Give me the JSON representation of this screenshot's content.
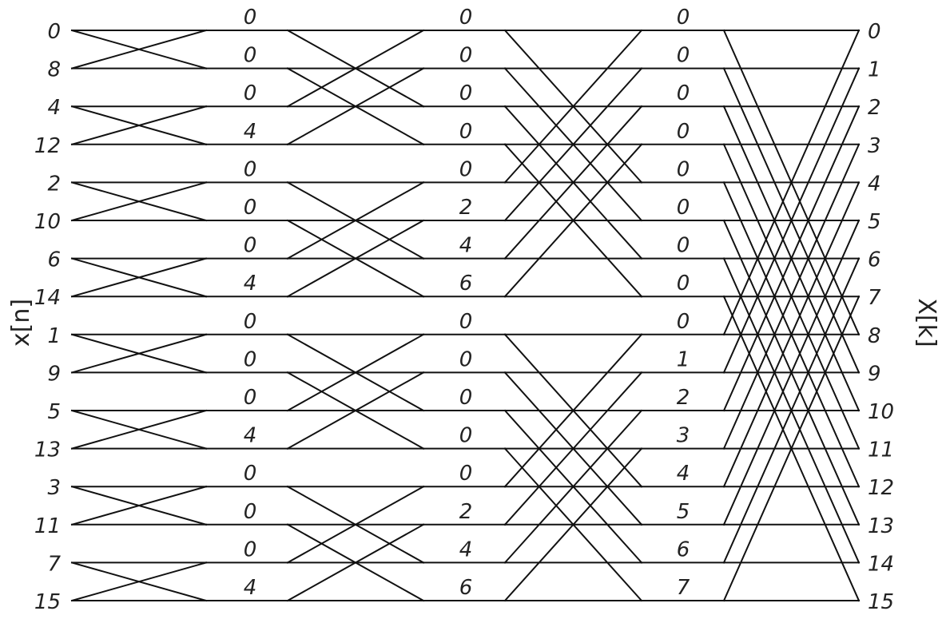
{
  "input_label": "x[n]",
  "output_label": "X[k]",
  "input_order": [
    "0",
    "8",
    "4",
    "12",
    "2",
    "10",
    "6",
    "14",
    "1",
    "9",
    "5",
    "13",
    "3",
    "11",
    "7",
    "15"
  ],
  "output_order": [
    "0",
    "1",
    "2",
    "3",
    "4",
    "5",
    "6",
    "7",
    "8",
    "9",
    "10",
    "11",
    "12",
    "13",
    "14",
    "15"
  ],
  "stage_twiddles": [
    [
      "0",
      "0",
      "0",
      "4",
      "0",
      "0",
      "0",
      "4",
      "0",
      "0",
      "0",
      "4",
      "0",
      "0",
      "0",
      "4"
    ],
    [
      "0",
      "0",
      "0",
      "0",
      "0",
      "2",
      "4",
      "6",
      "0",
      "0",
      "0",
      "0",
      "0",
      "2",
      "4",
      "6"
    ],
    [
      "0",
      "0",
      "0",
      "0",
      "0",
      "0",
      "0",
      "0",
      "0",
      "1",
      "2",
      "3",
      "4",
      "5",
      "6",
      "7"
    ]
  ],
  "butterfly_spans": [
    1,
    2,
    4,
    8
  ]
}
